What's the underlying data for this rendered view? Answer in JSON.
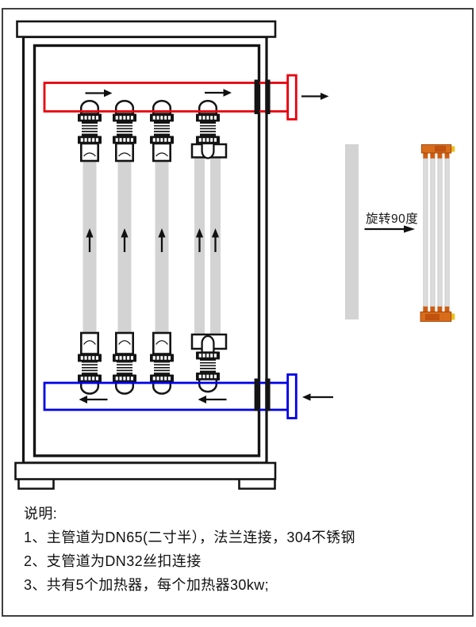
{
  "notes": {
    "title": "说明:",
    "items": [
      "1、主管道为DN65(二寸半），法兰连接，304不锈钢",
      "2、支管道为DN32丝扣连接",
      "3、共有5个加热器，每个加热器30kw;"
    ]
  },
  "diagram": {
    "rotate_label": "旋转90度",
    "colors": {
      "supply_pipe_red": "#e8000d",
      "return_pipe_blue": "#0000e8",
      "heater_tube_gray": "#d3d3d3",
      "manifold_orange": "#d96c1a",
      "end_cap_yellow": "#eec21d",
      "line_black": "#141414"
    }
  }
}
